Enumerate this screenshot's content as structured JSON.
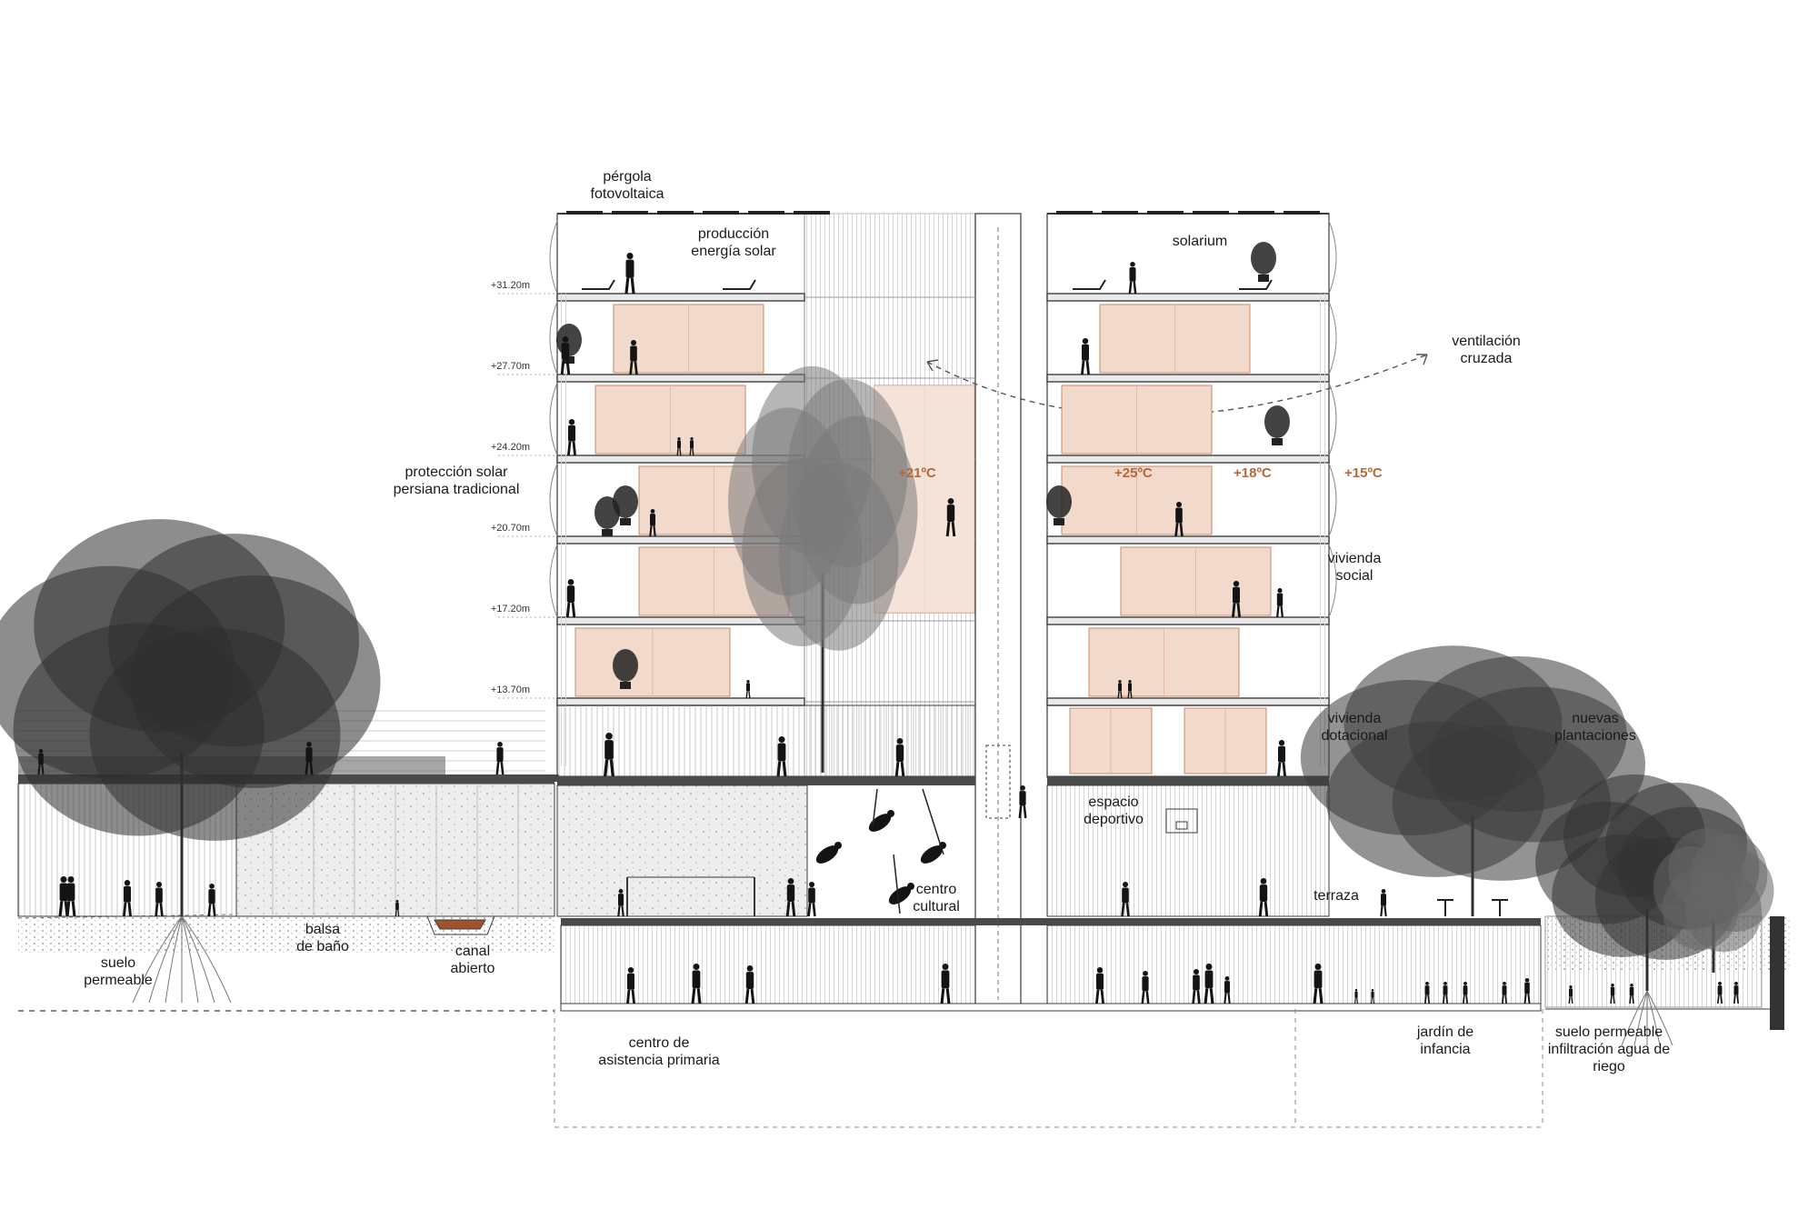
{
  "labels": {
    "pergola": "pérgola\nfotovoltaica",
    "solar_energy": "producción\nenergía solar",
    "solarium": "solarium",
    "ventilation": "ventilación\ncruzada",
    "solar_protection": "protección solar\npersiana tradicional",
    "social_housing": "vivienda\nsocial",
    "dotational_housing": "vivienda\ndotacional",
    "new_plantings": "nuevas\nplantaciones",
    "sports_space": "espacio\ndeportivo",
    "cultural_center": "centro\ncultural",
    "terrace": "terraza",
    "bathing_pond": "balsa\nde baño",
    "open_channel": "canal\nabierto",
    "permeable_soil": "suelo\npermeable",
    "primary_care": "centro de\nasistencia primaria",
    "kindergarten": "jardín de\ninfancia",
    "infiltration": "suelo permeable\ninfiltración agua de\nriego"
  },
  "levels": [
    "+31.20m",
    "+27.70m",
    "+24.20m",
    "+20.70m",
    "+17.20m",
    "+13.70m"
  ],
  "temperatures": [
    "+21ºC",
    "+25ºC",
    "+18ºC",
    "+15ºC"
  ],
  "colors": {
    "line": "#3a3a3a",
    "slab": "#4a4a4a",
    "room_fill": "#f1d9cc",
    "room_fill_light": "#f8e9e1",
    "room_edge": "#c98a66",
    "temperature": "#b5673a",
    "silhouette": "#141414",
    "tree": "#2e2e2e",
    "ground_dots": "#9a9a9a"
  }
}
